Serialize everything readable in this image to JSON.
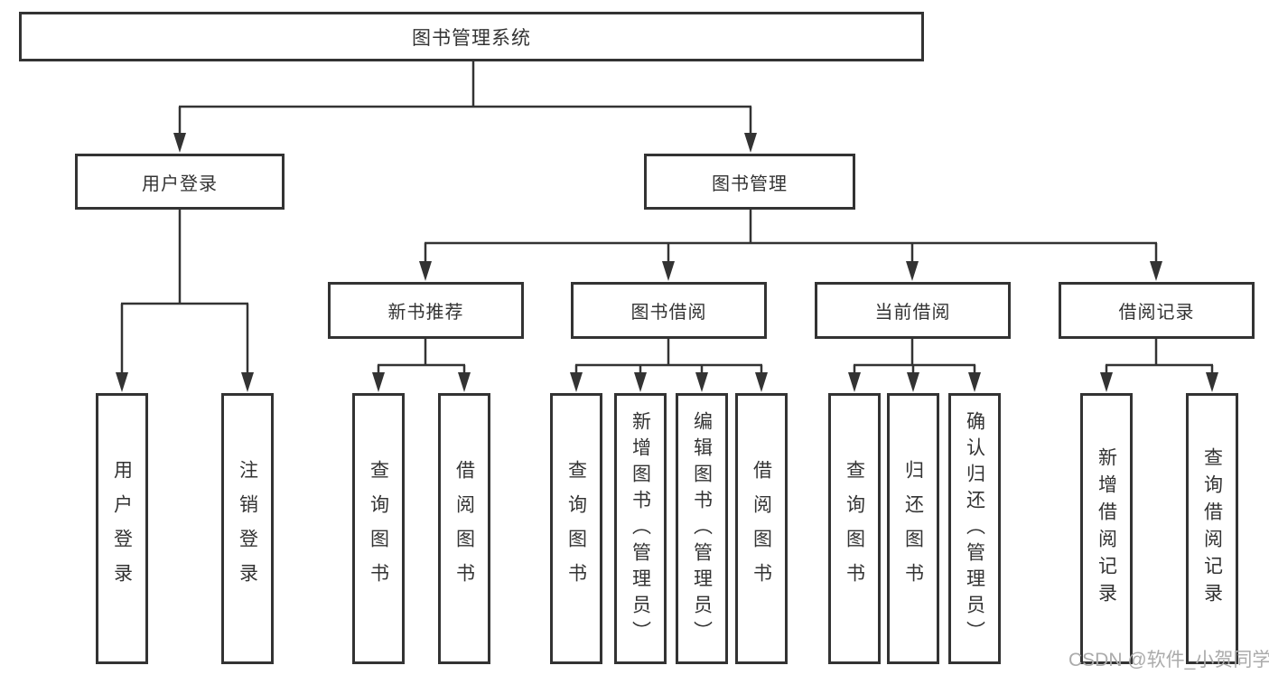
{
  "diagram": {
    "root": {
      "label": "图书管理系统"
    },
    "branches": [
      {
        "label": "用户登录",
        "children": [
          {
            "label": "用户登录"
          },
          {
            "label": "注销登录"
          }
        ]
      },
      {
        "label": "图书管理",
        "children": [
          {
            "label": "新书推荐",
            "children": [
              {
                "label": "查询图书"
              },
              {
                "label": "借阅图书"
              }
            ]
          },
          {
            "label": "图书借阅",
            "children": [
              {
                "label": "查询图书"
              },
              {
                "label": "新增图书（管理员）"
              },
              {
                "label": "编辑图书（管理员）"
              },
              {
                "label": "借阅图书"
              }
            ]
          },
          {
            "label": "当前借阅",
            "children": [
              {
                "label": "查询图书"
              },
              {
                "label": "归还图书"
              },
              {
                "label": "确认归还（管理员）"
              }
            ]
          },
          {
            "label": "借阅记录",
            "children": [
              {
                "label": "新增借阅记录"
              },
              {
                "label": "查询借阅记录"
              }
            ]
          }
        ]
      }
    ]
  },
  "watermark": {
    "text": "CSDN @软件_小贺同学"
  },
  "colors": {
    "line": "#333333",
    "text": "#333333",
    "box_background": "#ffffff",
    "watermark": "#ababab",
    "background": "#ffffff"
  }
}
